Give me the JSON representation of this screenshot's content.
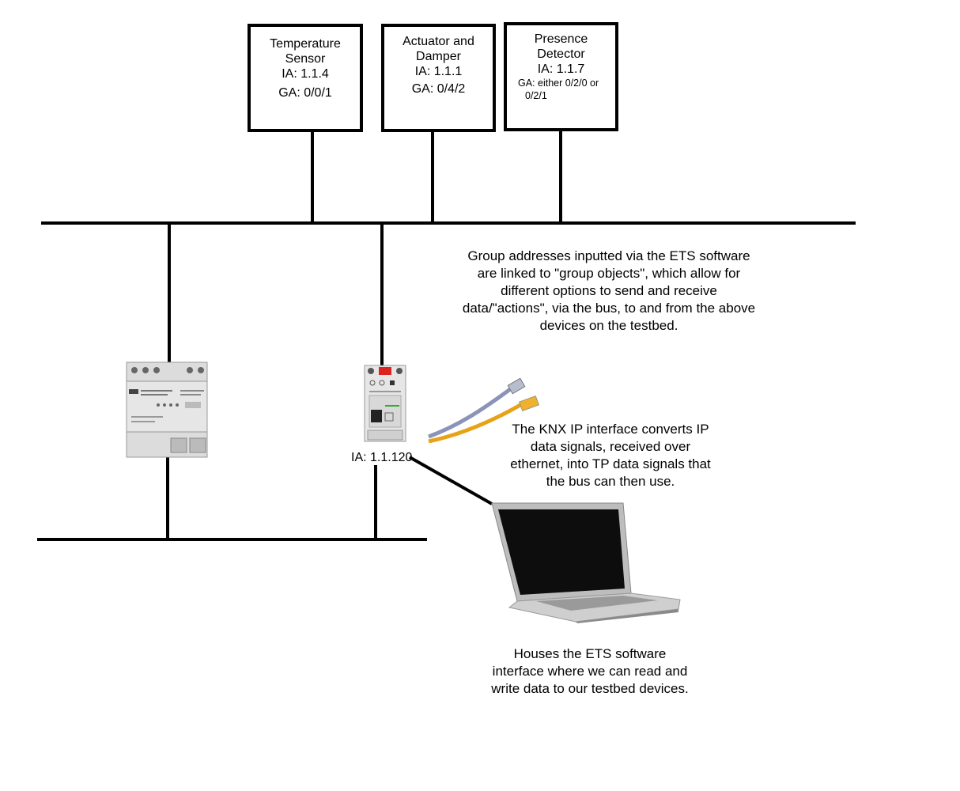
{
  "devices": {
    "temperature_sensor": {
      "name_line1": "Temperature",
      "name_line2": "Sensor",
      "ia": "IA: 1.1.4",
      "ga": "GA: 0/0/1"
    },
    "actuator_damper": {
      "name_line1": "Actuator and",
      "name_line2": "Damper",
      "ia": "IA: 1.1.1",
      "ga": "GA: 0/4/2"
    },
    "presence_detector": {
      "name_line1": "Presence",
      "name_line2": "Detector",
      "ia": "IA: 1.1.7",
      "ga_line1": "GA: either 0/2/0 or",
      "ga_line2": "0/2/1"
    }
  },
  "ip_interface": {
    "ia": "IA: 1.1.120"
  },
  "captions": {
    "group_addresses": [
      "Group addresses inputted via the ETS software",
      "are linked to \"group objects\", which allow for",
      "different options to send and receive",
      "data/\"actions\", via the bus, to and from the above",
      "devices on the testbed."
    ],
    "knx_ip": [
      "The KNX IP interface converts IP",
      "data signals, received over",
      "ethernet, into TP data signals that",
      "the bus can then use."
    ],
    "laptop": [
      "Houses the ETS software",
      "interface where we can read and",
      "write data to our testbed devices."
    ]
  },
  "colors": {
    "line": "#000000",
    "cable_blue": "#8a93b8",
    "cable_orange": "#e8a21a",
    "device_body": "#e6e6e6",
    "laptop_body": "#c8c8c8",
    "laptop_screen": "#0d0d0d"
  }
}
